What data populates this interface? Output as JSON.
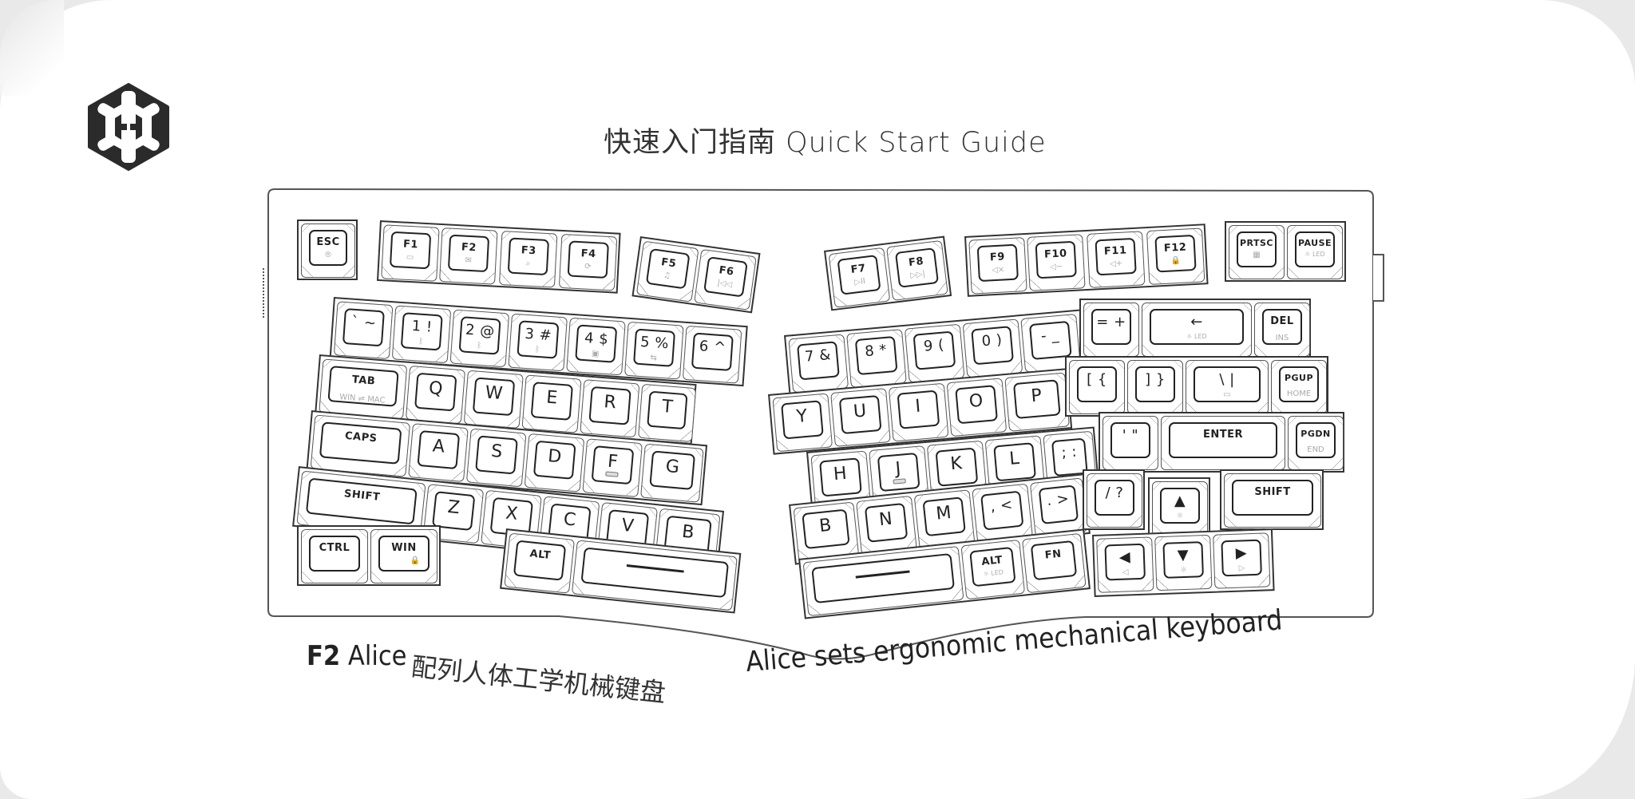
{
  "page": {
    "title": "快速入门指南 Quick Start Guide",
    "logo": "hexagon-h-brand-logo",
    "caption": {
      "model": "F2",
      "name": "Alice",
      "chinese": "配列人体工学机械键盘",
      "english": "Alice sets ergonomic mechanical keyboard"
    }
  },
  "keyboard": {
    "left": {
      "esc": {
        "label": "ESC",
        "sub": "®"
      },
      "fn_row_a": [
        {
          "label": "F1",
          "sub": "▭"
        },
        {
          "label": "F2",
          "sub": "✉"
        },
        {
          "label": "F3",
          "sub": "⌕"
        },
        {
          "label": "F4",
          "sub": "⟳"
        }
      ],
      "fn_row_b": [
        {
          "label": "F5",
          "sub": "♫"
        },
        {
          "label": "F6",
          "sub": "|◁◁"
        }
      ],
      "number_row": [
        {
          "label": "` ~",
          "sub": ""
        },
        {
          "label": "1 !",
          "sub": "ᛒ"
        },
        {
          "label": "2 @",
          "sub": "ᛒ"
        },
        {
          "label": "3 #",
          "sub": "ᛒ"
        },
        {
          "label": "4 $",
          "sub": "▣"
        },
        {
          "label": "5 %",
          "sub": "⇆"
        },
        {
          "label": "6 ^",
          "sub": ""
        }
      ],
      "tab": {
        "label": "TAB",
        "sub": "WIN ⇌ MAC"
      },
      "qwert": [
        "Q",
        "W",
        "E",
        "R",
        "T"
      ],
      "caps": {
        "label": "CAPS"
      },
      "asdfg": [
        "A",
        "S",
        "D",
        "F",
        "G"
      ],
      "shift": {
        "label": "SHIFT"
      },
      "zxcvb": [
        "Z",
        "X",
        "C",
        "V",
        "B"
      ],
      "ctrl": {
        "label": "CTRL"
      },
      "win": {
        "label": "WIN",
        "sub": "🔒"
      },
      "alt": {
        "label": "ALT"
      }
    },
    "right": {
      "fn_row_a": [
        {
          "label": "F7",
          "sub": "▷II"
        },
        {
          "label": "F8",
          "sub": "▷▷|"
        }
      ],
      "fn_row_b": [
        {
          "label": "F9",
          "sub": "◁×"
        },
        {
          "label": "F10",
          "sub": "◁−"
        },
        {
          "label": "F11",
          "sub": "◁+"
        },
        {
          "label": "F12",
          "sub": "🔒"
        }
      ],
      "sys": [
        {
          "label": "PRTSC",
          "sub": "▦"
        },
        {
          "label": "PAUSE",
          "sub": "☼ LED"
        }
      ],
      "number_row": [
        {
          "label": "7 &"
        },
        {
          "label": "8 *"
        },
        {
          "label": "9 ("
        },
        {
          "label": "0 )"
        },
        {
          "label": "- _"
        },
        {
          "label": "= +"
        }
      ],
      "backspace": {
        "label": "←",
        "sub": "☼ LED"
      },
      "del": {
        "label": "DEL",
        "sub": "INS"
      },
      "yuiop": [
        "Y",
        "U",
        "I",
        "O",
        "P"
      ],
      "brackets": [
        {
          "label": "[ {"
        },
        {
          "label": "] }"
        }
      ],
      "backslash": {
        "label": "\\ |",
        "sub": "▭"
      },
      "pgup": {
        "label": "PGUP",
        "sub": "HOME"
      },
      "hjkl": [
        "H",
        "J",
        "K",
        "L"
      ],
      "semicolon": {
        "label": "; :"
      },
      "quote": {
        "label": "' \""
      },
      "enter": {
        "label": "ENTER"
      },
      "pgdn": {
        "label": "PGDN",
        "sub": "END"
      },
      "bnm": [
        "B",
        "N",
        "M"
      ],
      "comma": {
        "label": ", <"
      },
      "period": {
        "label": ". >"
      },
      "slash": {
        "label": "/ ?"
      },
      "up": {
        "label": "▲",
        "sub": "☼"
      },
      "shift": {
        "label": "SHIFT"
      },
      "alt": {
        "label": "ALT",
        "sub": "☼ LED"
      },
      "fn": {
        "label": "FN"
      },
      "left": {
        "label": "◀",
        "sub": "◁"
      },
      "down": {
        "label": "▼",
        "sub": "☼"
      },
      "right": {
        "label": "▶",
        "sub": "▷"
      }
    }
  }
}
